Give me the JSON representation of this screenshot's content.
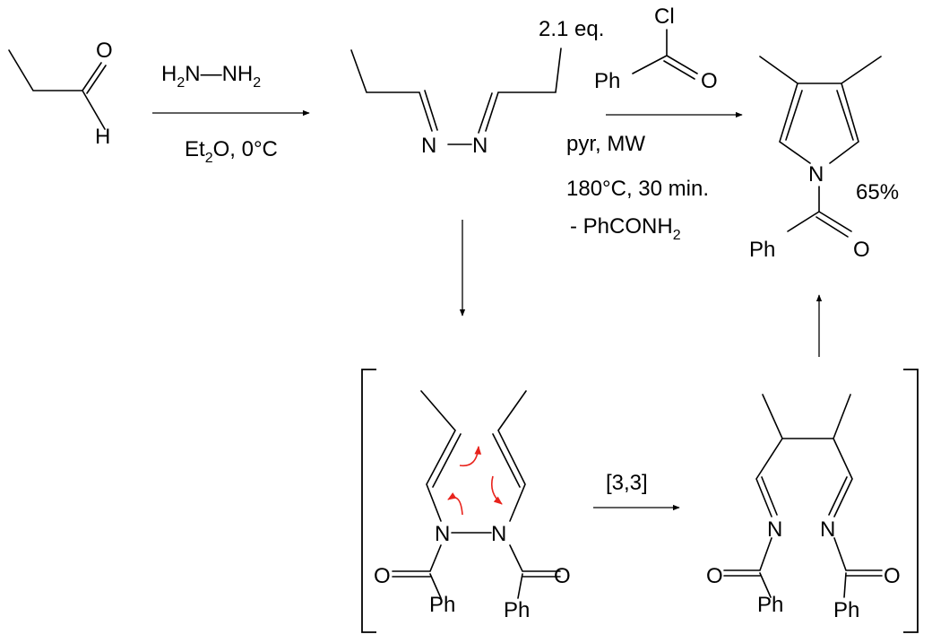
{
  "step1": {
    "reagent": [
      "H",
      "2",
      "N",
      "—",
      "NH",
      "2"
    ],
    "conditions": [
      "Et",
      "2",
      "O, 0°C"
    ]
  },
  "step2": {
    "equiv": "2.1 eq.",
    "acyl_cl": "Cl",
    "acyl_o": "O",
    "acyl_ph": "Ph",
    "conditions": [
      "pyr, MW",
      "180°C, 30 min.",
      "- PhCONH",
      "2"
    ]
  },
  "step3": {
    "label": "[3,3]"
  },
  "aldehyde": {
    "O": "O",
    "H": "H"
  },
  "azine": {
    "N1": "N",
    "N2": "N"
  },
  "product": {
    "N": "N",
    "O": "O",
    "Ph": "Ph",
    "yield": "65%"
  },
  "dienamine": {
    "N1": "N",
    "N2": "N",
    "O1": "O",
    "O2": "O",
    "Ph1": "Ph",
    "Ph2": "Ph"
  },
  "diimine": {
    "N1": "N",
    "N2": "N",
    "O1": "O",
    "O2": "O",
    "Ph1": "Ph",
    "Ph2": "Ph"
  }
}
